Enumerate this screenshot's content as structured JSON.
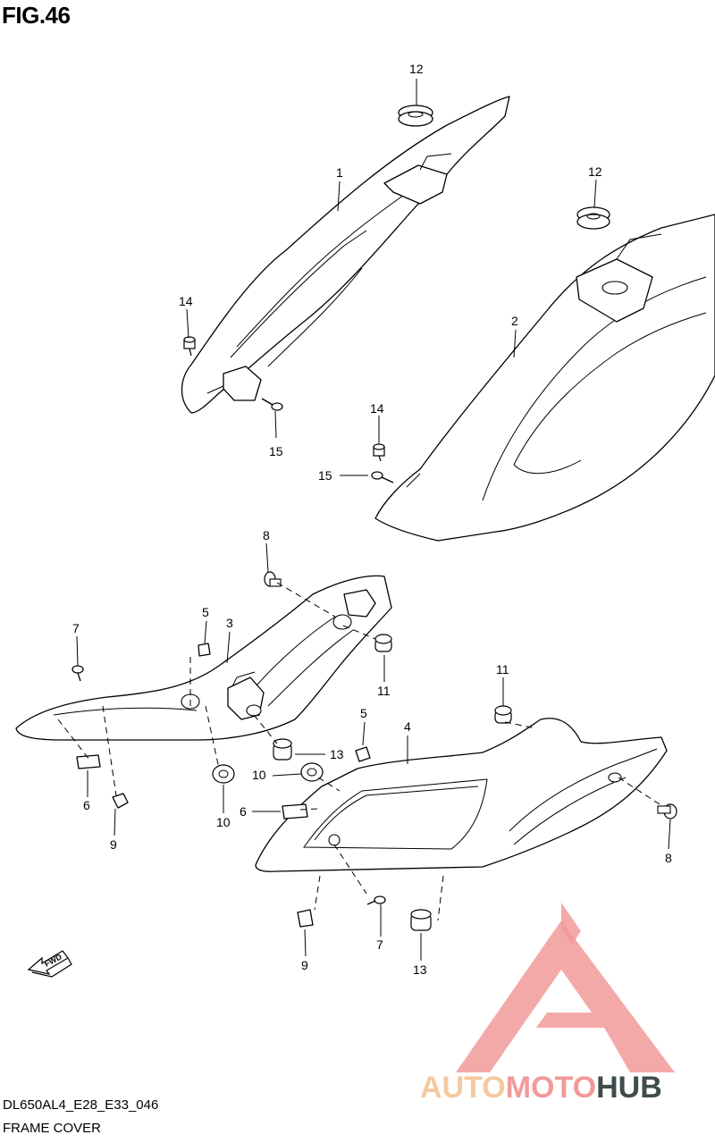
{
  "figure": {
    "title": "FIG.46",
    "code_line_1": "DL650AL4_E28_E33_046",
    "code_line_2": "FRAME COVER"
  },
  "arrow": {
    "label": "FWD"
  },
  "logo": {
    "text_auto": "AUTO",
    "text_moto": "MOTO",
    "text_hub": "HUB",
    "color_auto": "#f5c9a0",
    "color_moto": "#f29a9a",
    "color_hub": "#3f4c4c",
    "mark_color": "#f29a9a"
  },
  "callouts": [
    {
      "id": "c12a",
      "num": "12"
    },
    {
      "id": "c1",
      "num": "1"
    },
    {
      "id": "c14a",
      "num": "14"
    },
    {
      "id": "c15a",
      "num": "15"
    },
    {
      "id": "c12b",
      "num": "12"
    },
    {
      "id": "c2",
      "num": "2"
    },
    {
      "id": "c14b",
      "num": "14"
    },
    {
      "id": "c15b",
      "num": "15"
    },
    {
      "id": "c8a",
      "num": "8"
    },
    {
      "id": "c5a",
      "num": "5"
    },
    {
      "id": "c3",
      "num": "3"
    },
    {
      "id": "c7a",
      "num": "7"
    },
    {
      "id": "c11a",
      "num": "11"
    },
    {
      "id": "c13a",
      "num": "13"
    },
    {
      "id": "c6a",
      "num": "6"
    },
    {
      "id": "c9a",
      "num": "9"
    },
    {
      "id": "c10a",
      "num": "10"
    },
    {
      "id": "c10b",
      "num": "10"
    },
    {
      "id": "c11b",
      "num": "11"
    },
    {
      "id": "c5b",
      "num": "5"
    },
    {
      "id": "c4",
      "num": "4"
    },
    {
      "id": "c6b",
      "num": "6"
    },
    {
      "id": "c8b",
      "num": "8"
    },
    {
      "id": "c9b",
      "num": "9"
    },
    {
      "id": "c7b",
      "num": "7"
    },
    {
      "id": "c13b",
      "num": "13"
    }
  ]
}
